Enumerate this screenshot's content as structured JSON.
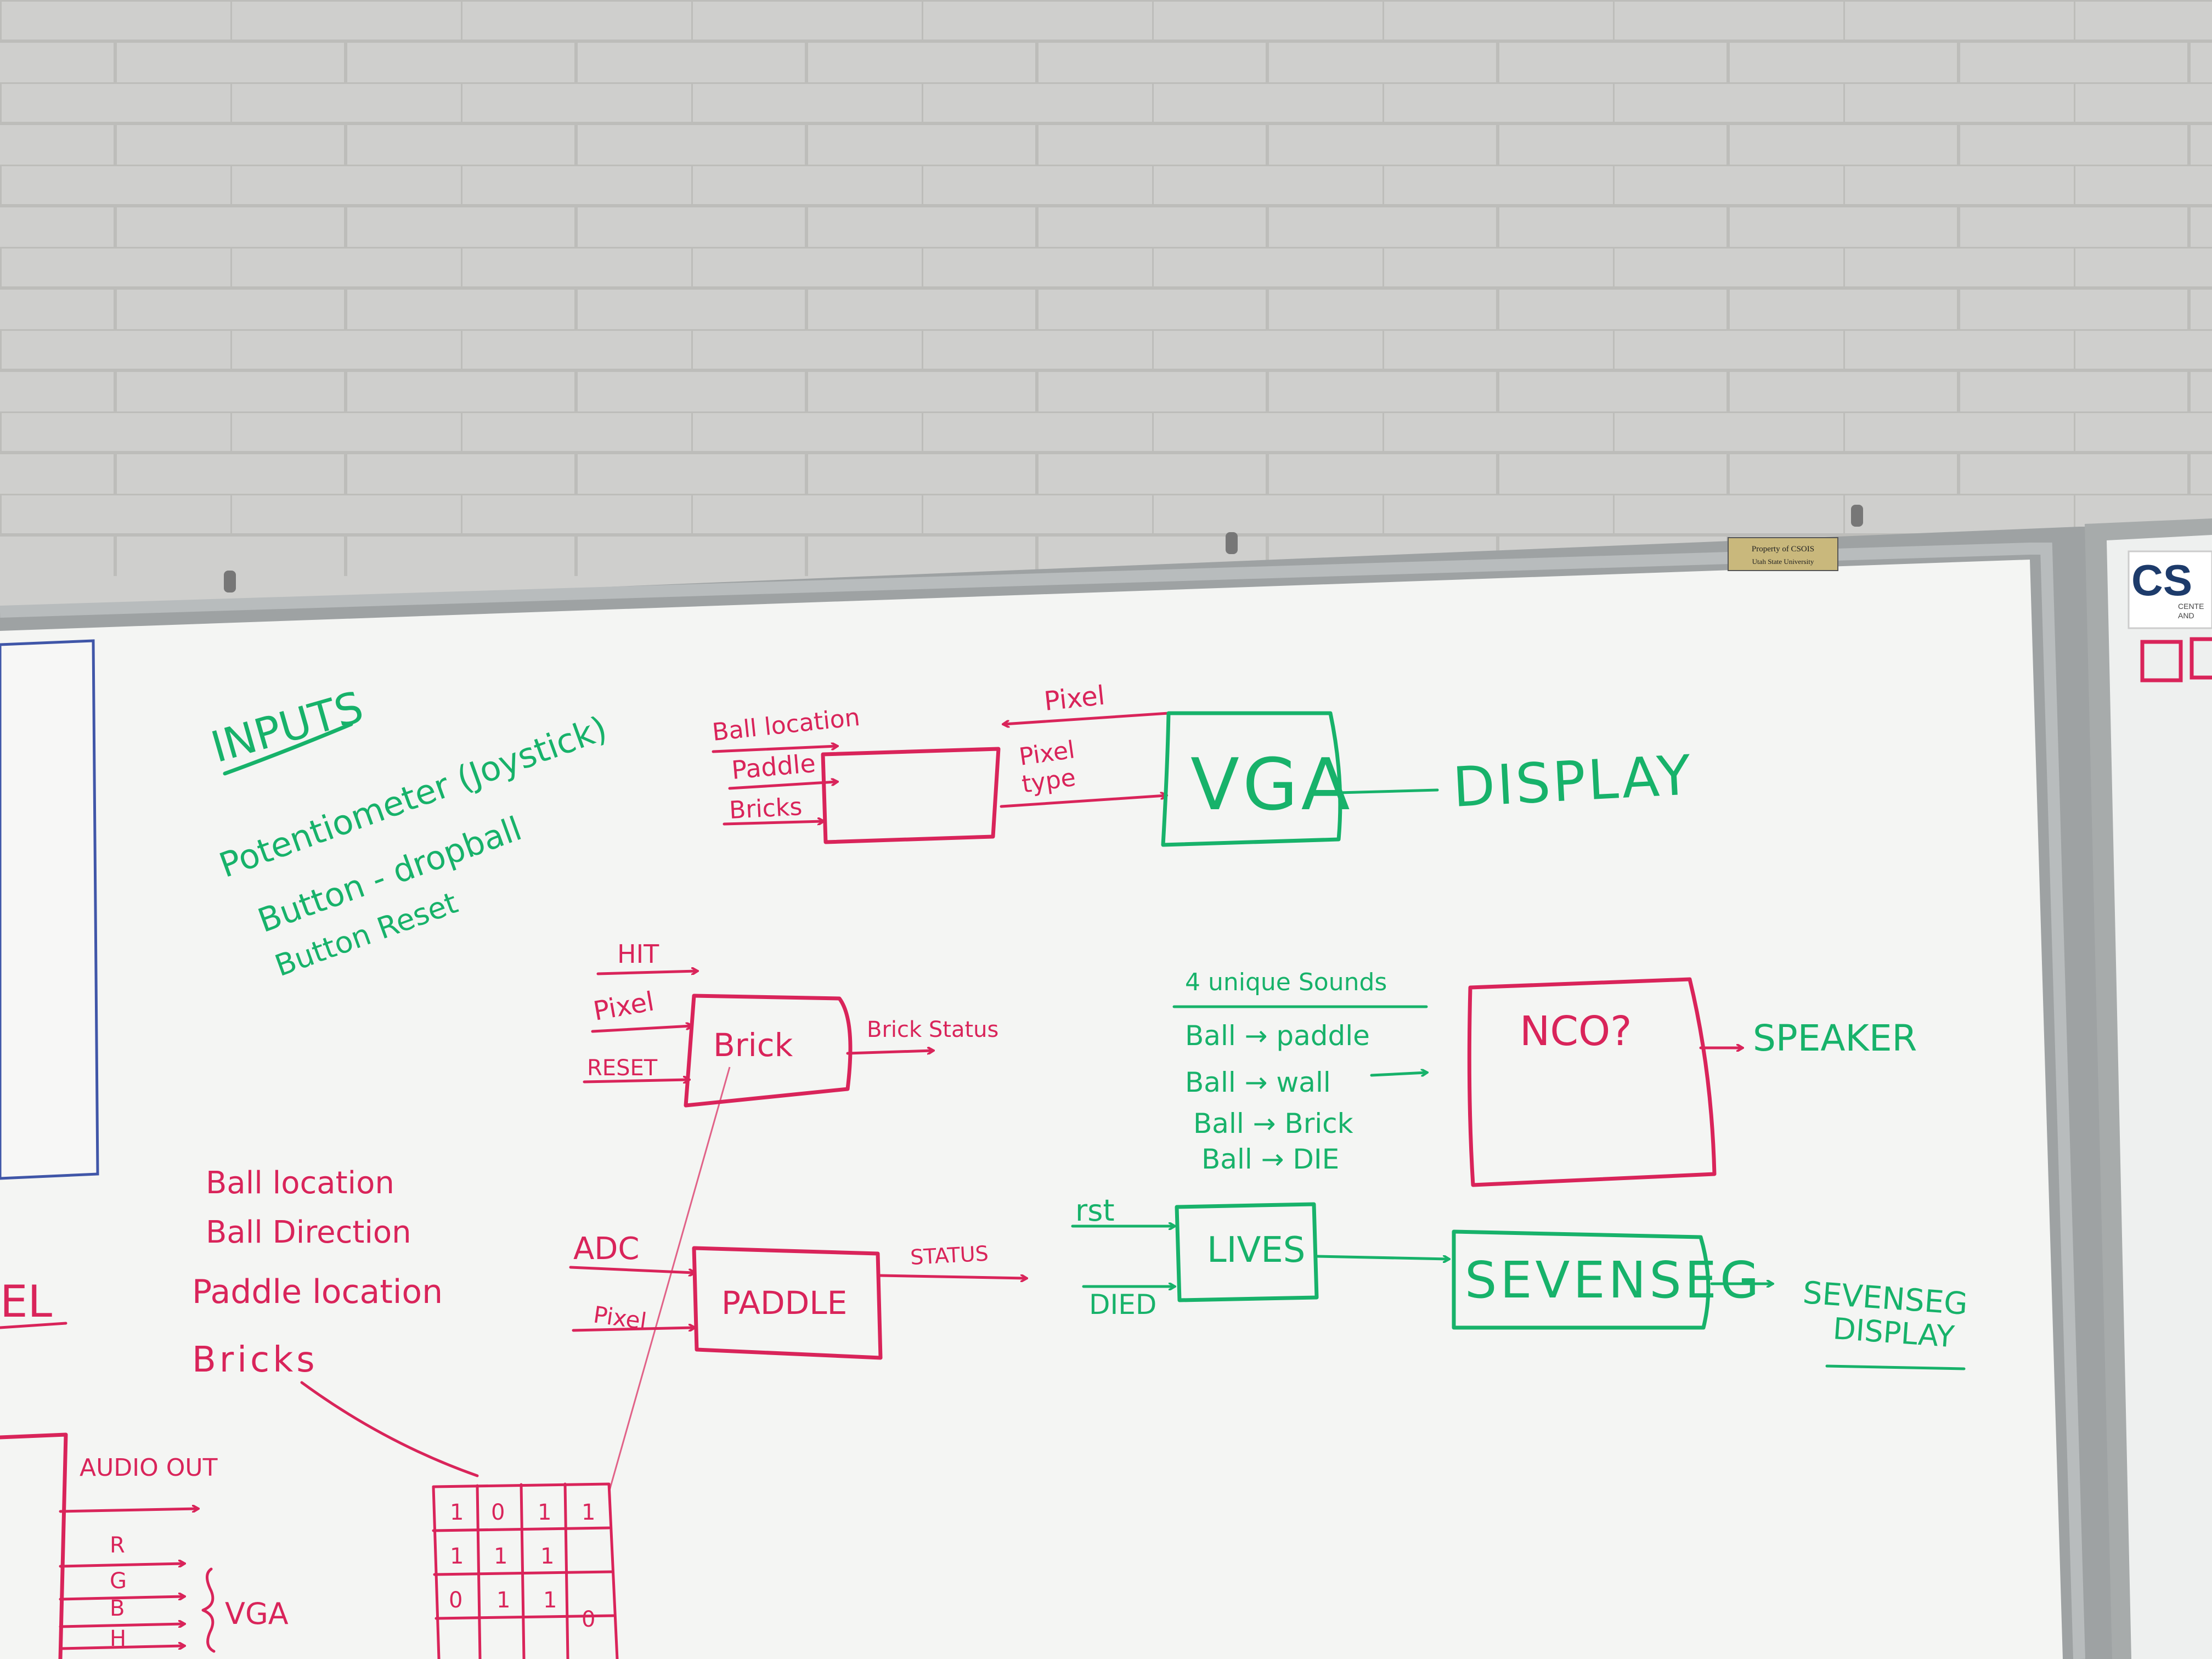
{
  "colors": {
    "red_marker": "#d9245a",
    "green_marker": "#17b26a",
    "wall": "#cfcfcd",
    "board": "#f4f5f3"
  },
  "asset_tag": {
    "line1": "Property of CSOIS",
    "line2": "Utah State University"
  },
  "right_board": {
    "logo": "CS",
    "sub1": "CENTE",
    "sub2": "AND"
  },
  "left_fragment": {
    "text": "EL"
  },
  "inputs": {
    "title": "INPUTS",
    "items": [
      "Potentiometer (Joystick)",
      "Button - dropball",
      "Button Reset"
    ]
  },
  "vga_block": {
    "inputs": [
      "Ball location",
      "Paddle",
      "Bricks"
    ],
    "pixel_label": "Pixel",
    "pixel_type_1": "Pixel",
    "pixel_type_2": "type",
    "vga_label": "VGA",
    "display_label": "DISPLAY"
  },
  "brick_block": {
    "inputs": [
      "HIT",
      "Pixel",
      "RESET"
    ],
    "label": "Brick",
    "output": "Brick Status"
  },
  "paddle_block": {
    "inputs": [
      "ADC",
      "Pixel"
    ],
    "label": "PADDLE",
    "output": "STATUS"
  },
  "state_list": [
    "Ball location",
    "Ball Direction",
    "Paddle location",
    "Bricks"
  ],
  "sounds": {
    "title": "4 unique Sounds",
    "items": [
      "Ball → paddle",
      "Ball → wall",
      "Ball → Brick",
      "Ball → DIE"
    ],
    "nco_label": "NCO?",
    "speaker_label": "SPEAKER"
  },
  "lives_block": {
    "inputs": [
      "rst",
      "DIED"
    ],
    "label": "LIVES",
    "sevenseg_label": "SEVENSEG",
    "output_1": "SEVENSEG",
    "output_2": "DISPLAY"
  },
  "top_module": {
    "audio_label": "AUDIO OUT",
    "rgb": [
      "R",
      "G",
      "B",
      "H"
    ],
    "vga_label": "VGA"
  },
  "brick_grid": {
    "cells": [
      "1",
      "0",
      "1",
      "1",
      "1",
      "1",
      "1",
      "",
      "0",
      "1",
      "1",
      "0",
      "",
      "",
      "",
      ""
    ]
  }
}
